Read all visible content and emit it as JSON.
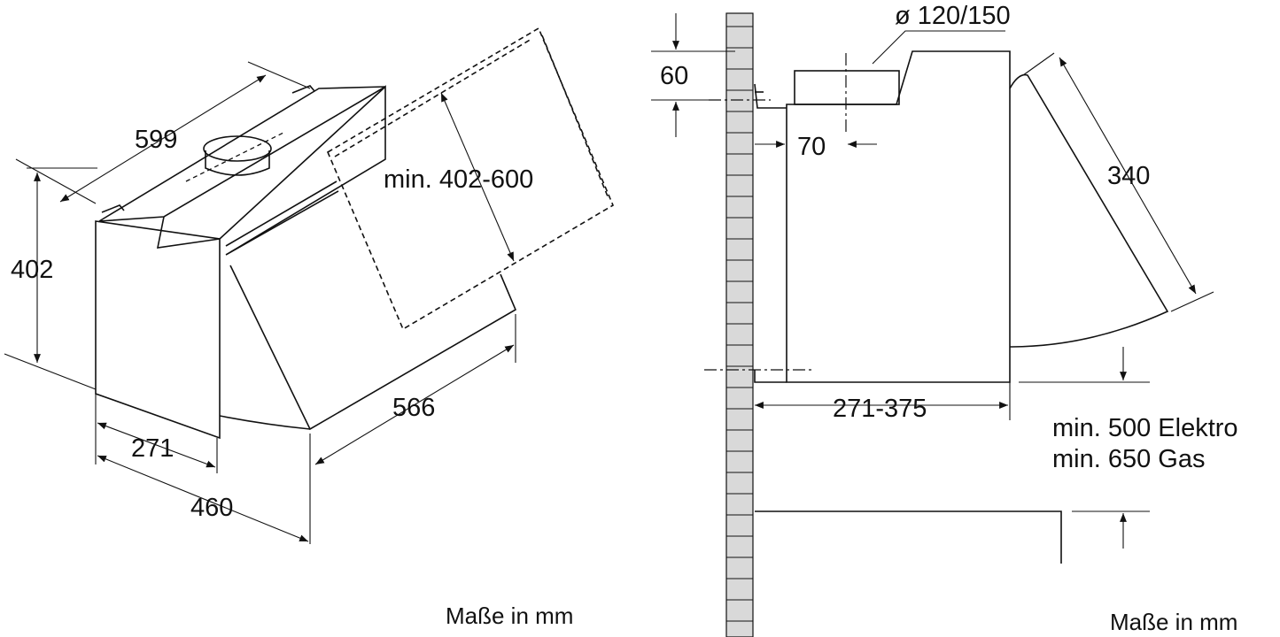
{
  "left_view": {
    "dim_width": "599",
    "dim_height": "402",
    "dim_panel": "min. 402-600",
    "dim_depth_short": "271",
    "dim_depth_total": "460",
    "dim_length": "566",
    "units_caption": "Maße in mm"
  },
  "right_view": {
    "dim_offset": "60",
    "dim_duct": "ø 120/150",
    "dim_duct_offset": "70",
    "dim_visor": "340",
    "dim_depth": "271-375",
    "clearance_electric": "min. 500 Elektro",
    "clearance_gas": "min. 650 Gas",
    "units_caption": "Maße in mm"
  }
}
